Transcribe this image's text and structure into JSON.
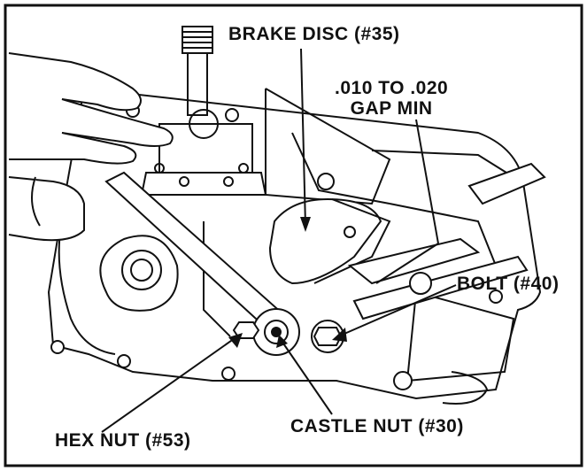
{
  "callouts": {
    "brake_disc": "BRAKE DISC (#35)",
    "gap_line1": ".010 TO .020",
    "gap_line2": "GAP MIN",
    "bolt": "BOLT (#40)",
    "hex_nut": "HEX NUT (#53)",
    "castle_nut": "CASTLE NUT (#30)"
  }
}
